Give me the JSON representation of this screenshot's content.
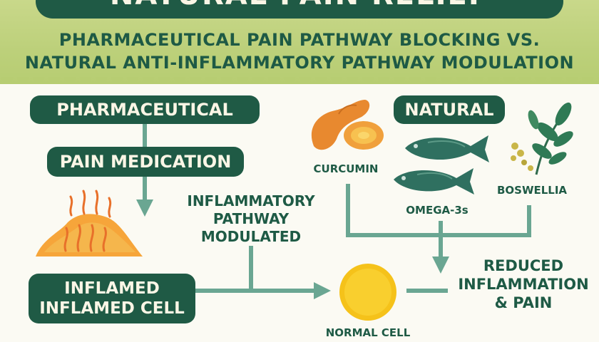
{
  "header": {
    "title": "NATURAL PAIN RELIEF",
    "subtitle_line1": "PHARMACEUTICAL PAIN PATHWAY BLOCKING VS.",
    "subtitle_line2": "NATURAL ANTI-INFLAMMATORY PATHWAY MODULATION"
  },
  "pharmaceutical": {
    "heading": "PHARMACEUTICAL",
    "medication": "PAIN MEDICATION",
    "cell_line1": "INFLAMED",
    "cell_line2": "INFLAMED CELL"
  },
  "pathway_label": {
    "line1": "INFLAMMATORY",
    "line2": "PATHWAY",
    "line3": "MODULATED"
  },
  "natural": {
    "heading": "NATURAL",
    "curcumin": "CURCUMIN",
    "omega": "OMEGA-3s",
    "boswellia": "BOSWELLIA"
  },
  "outcome": {
    "normal_cell": "NORMAL CELL",
    "line1": "REDUCED",
    "line2": "INFLAMMATION",
    "line3": "& PAIN"
  },
  "colors": {
    "dark_green": "#1f5a45",
    "arrow_green": "#6aa692",
    "turmeric_orange": "#e8892f",
    "cell_yellow": "#f5c21a"
  }
}
